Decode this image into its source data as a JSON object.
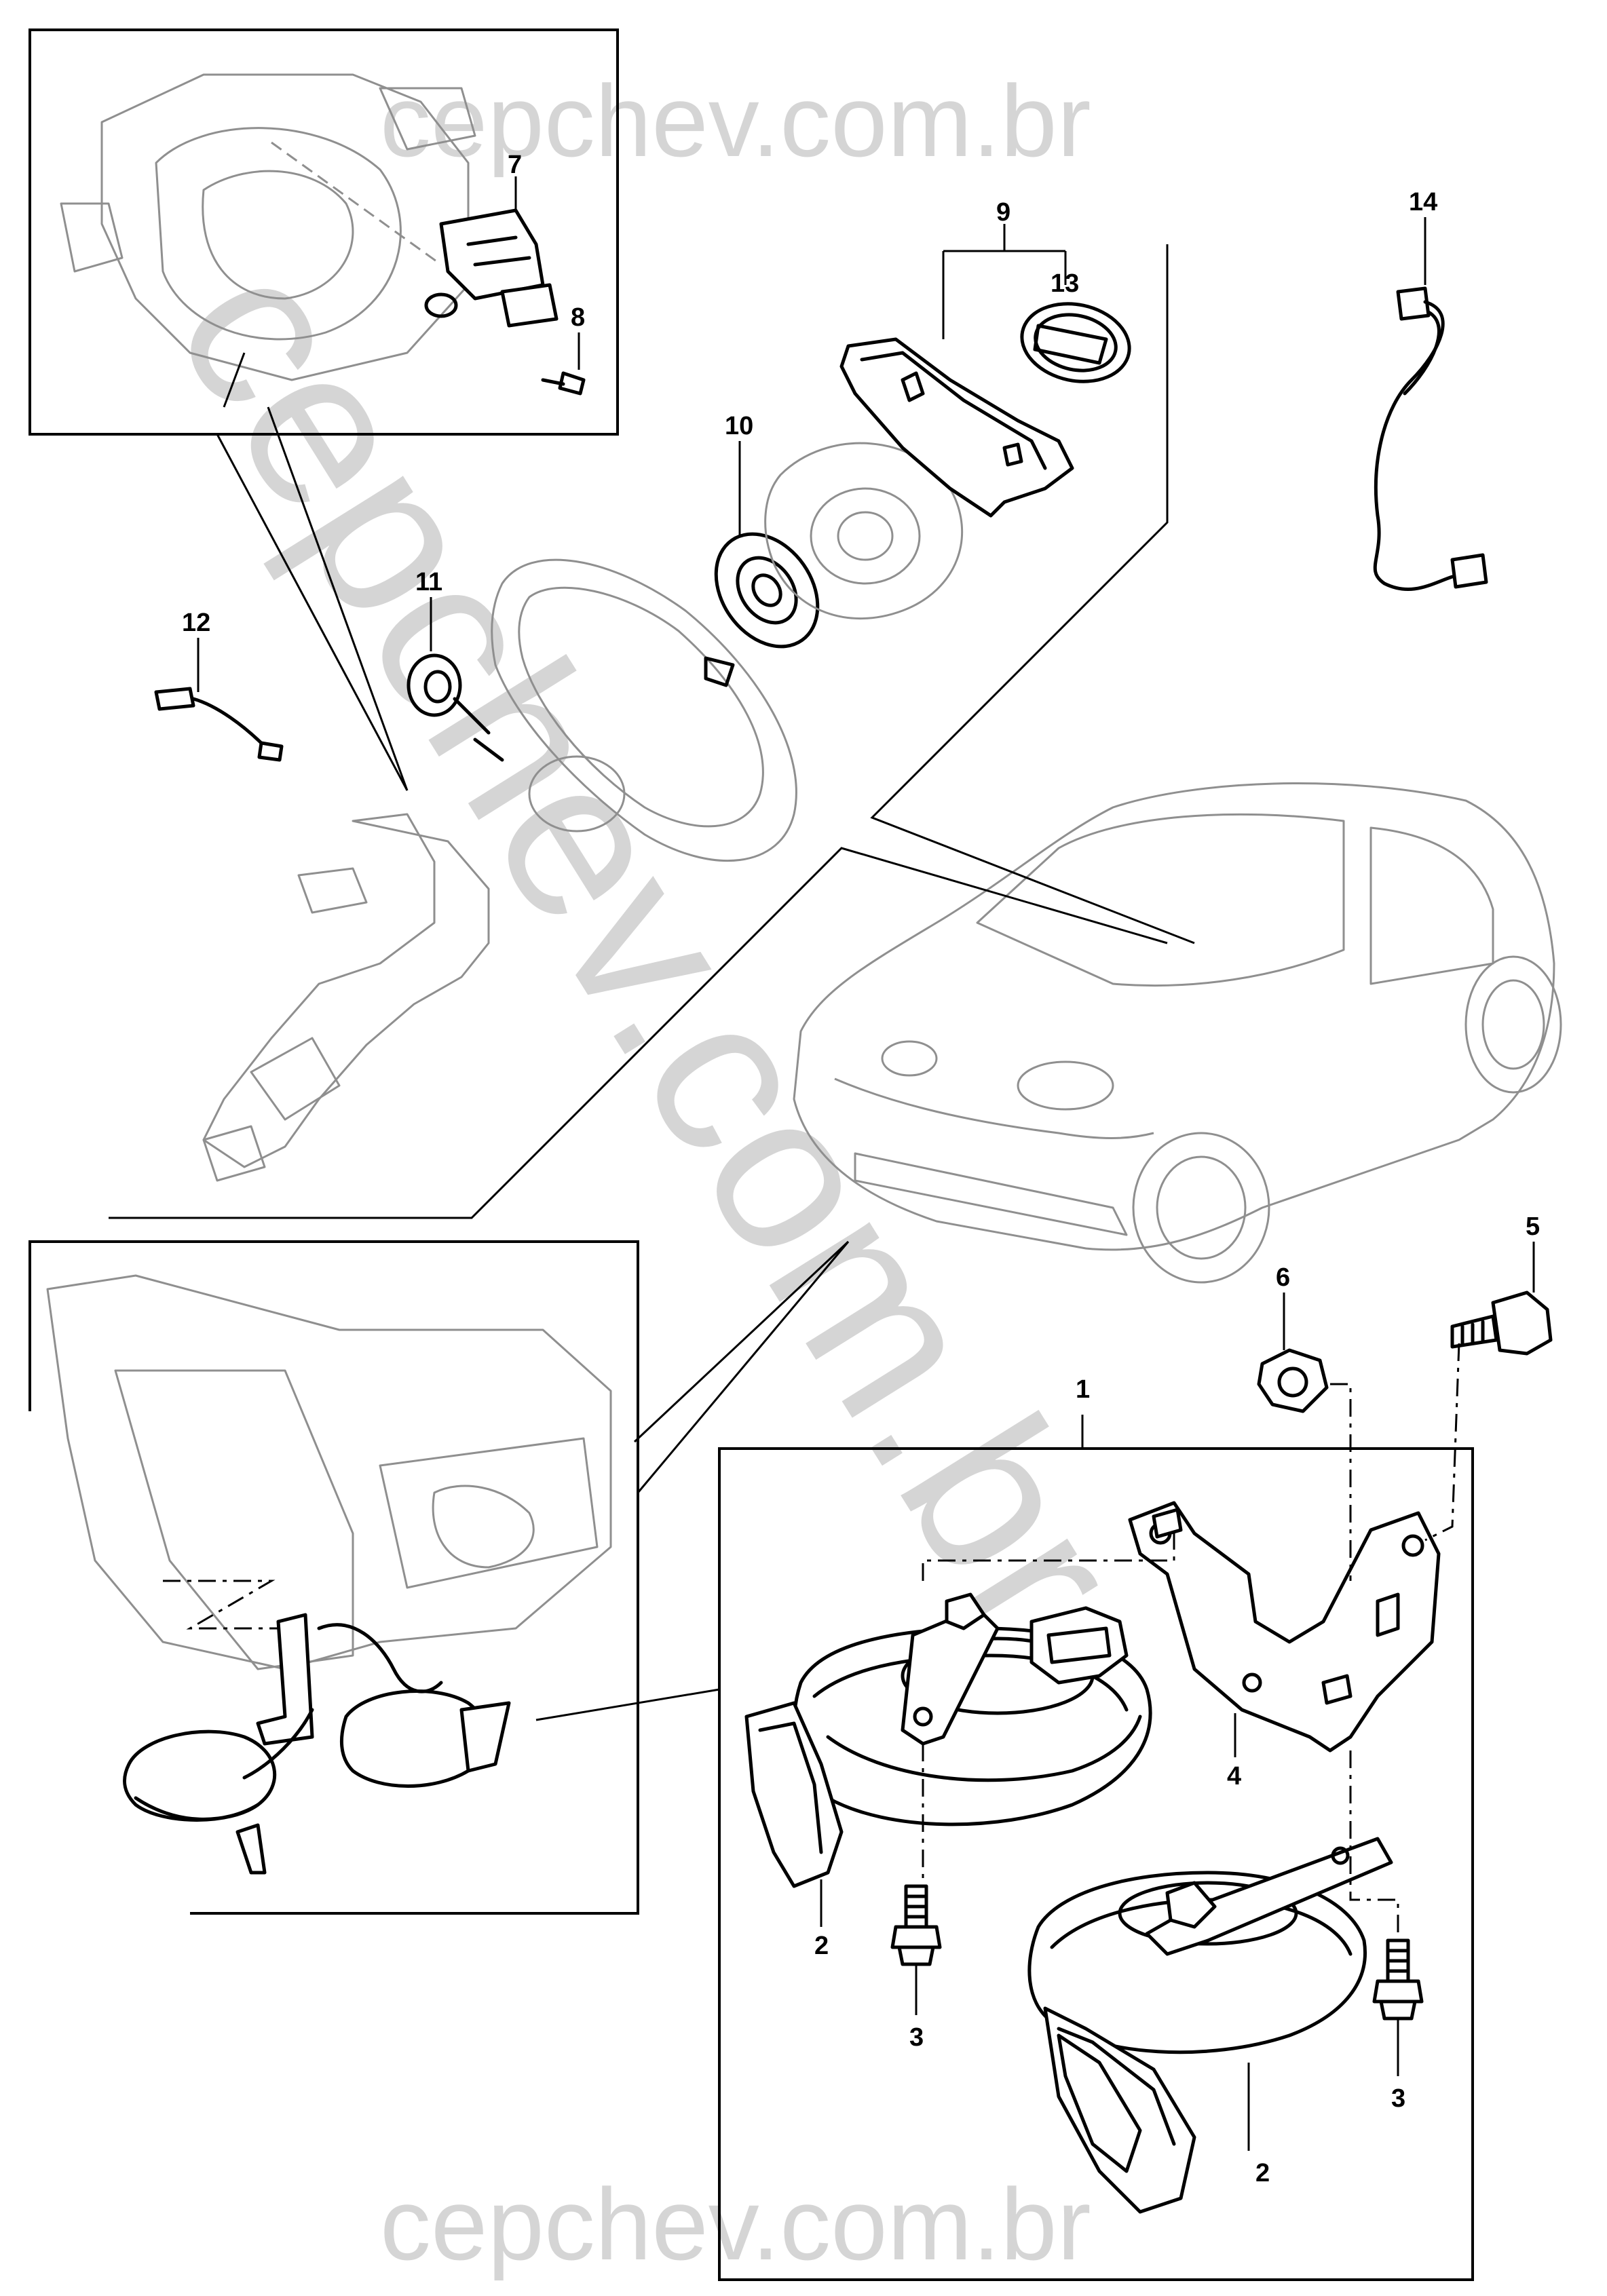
{
  "watermark": {
    "top": "cepchev.com.br",
    "bottom": "cepchev.com.br",
    "diagonal": "cepchev.com.br"
  },
  "callouts": {
    "c1": "1",
    "c2a": "2",
    "c2b": "2",
    "c3a": "3",
    "c3b": "3",
    "c4": "4",
    "c5": "5",
    "c6": "6",
    "c7": "7",
    "c8": "8",
    "c9": "9",
    "c10": "10",
    "c11": "11",
    "c12": "12",
    "c13": "13",
    "c14": "14"
  }
}
